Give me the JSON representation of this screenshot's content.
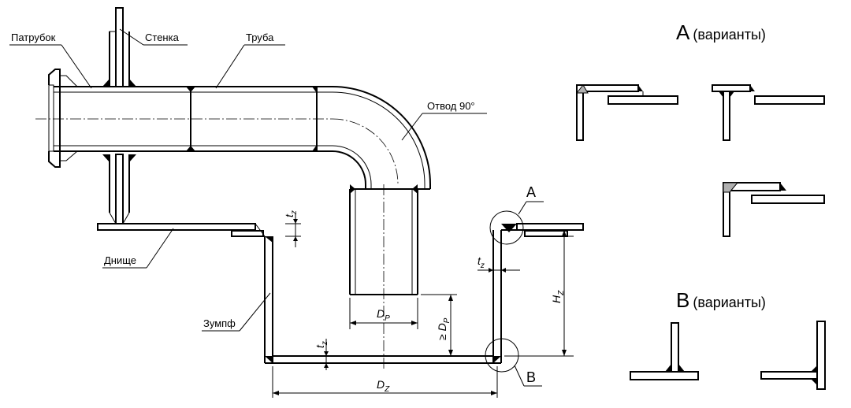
{
  "labels": {
    "nozzle": "Патрубок",
    "wall": "Стенка",
    "pipe": "Труба",
    "elbow": "Отвод 90°",
    "bottom": "Днище",
    "sump": "Зумпф",
    "detail_a_marker": "A",
    "detail_b_marker": "B"
  },
  "dimensions": {
    "tz_top": "t",
    "tz_right": "t",
    "tz_bottom": "t",
    "dp": "D",
    "ge_dp": "≥ D",
    "hz": "H",
    "dz": "D",
    "sub_z": "z",
    "sub_p": "P",
    "sub_Z": "Z"
  },
  "details": {
    "a_title_letter": "A",
    "a_title_text": "(варианты)",
    "b_title_letter": "B",
    "b_title_text": "(варианты)"
  },
  "colors": {
    "line": "#000000",
    "weld": "#b0b0b0",
    "background": "#ffffff"
  }
}
